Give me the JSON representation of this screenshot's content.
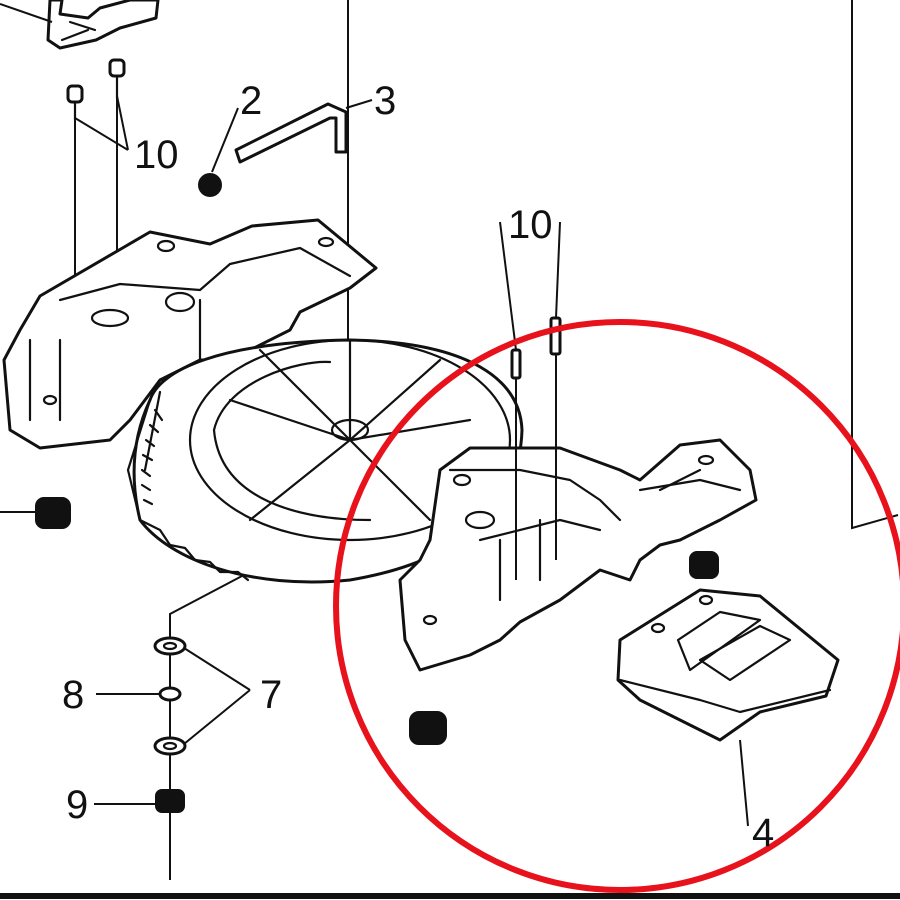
{
  "diagram": {
    "callouts": [
      {
        "id": "2",
        "text": "2"
      },
      {
        "id": "3",
        "text": "3"
      },
      {
        "id": "10a",
        "text": "10"
      },
      {
        "id": "10b",
        "text": "10"
      },
      {
        "id": "8",
        "text": "8"
      },
      {
        "id": "7",
        "text": "7"
      },
      {
        "id": "9",
        "text": "9"
      },
      {
        "id": "4",
        "text": "4"
      }
    ],
    "highlight": {
      "shape": "circle",
      "color": "#e8121c"
    },
    "line_color": "#111111",
    "background": "#ffffff"
  }
}
